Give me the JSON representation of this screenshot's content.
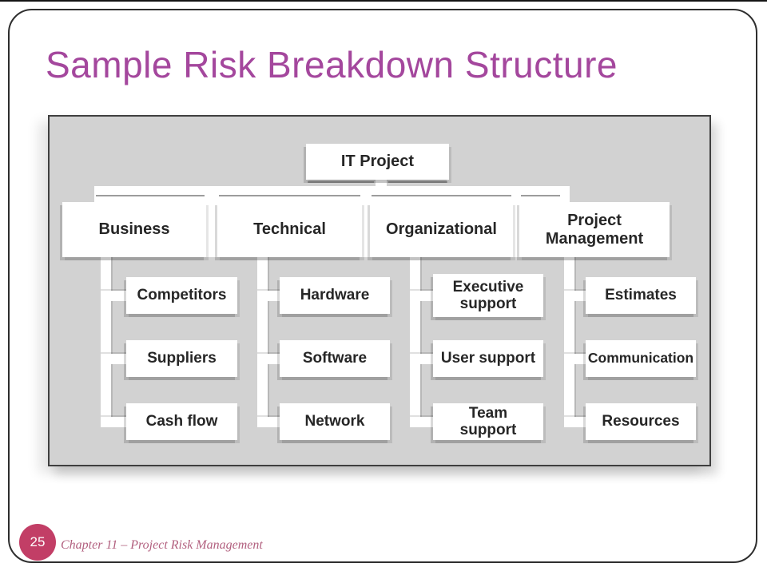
{
  "slide": {
    "title": "Sample Risk Breakdown Structure",
    "page_number": "25",
    "footer": "Chapter 11 – Project Risk Management"
  },
  "colors": {
    "title_text": "#A4479D",
    "page_circle": "#C23E66",
    "footer_text": "#B2607F",
    "panel_background": "#D2D2D2",
    "panel_border": "#3F3F3F",
    "box_background": "#FFFFFF",
    "box_text": "#262626",
    "connector": "#FFFFFF",
    "connector_shadow": "#9C9C9C"
  },
  "diagram": {
    "root": {
      "label": "IT Project"
    },
    "categories": [
      {
        "label": "Business",
        "children": [
          "Competitors",
          "Suppliers",
          "Cash flow"
        ]
      },
      {
        "label": "Technical",
        "children": [
          "Hardware",
          "Software",
          "Network"
        ]
      },
      {
        "label": "Organizational",
        "children": [
          "Executive support",
          "User support",
          "Team support"
        ]
      },
      {
        "label": "Project Management",
        "children": [
          "Estimates",
          "Communication",
          "Resources"
        ]
      }
    ]
  }
}
